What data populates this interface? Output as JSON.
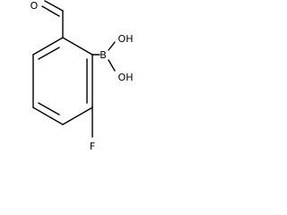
{
  "molecule": {
    "atoms": {
      "carbonyl_oxygen": "O",
      "boron": "B",
      "hydroxyl_upper": "OH",
      "hydroxyl_lower": "OH",
      "fluorine": "F"
    }
  }
}
